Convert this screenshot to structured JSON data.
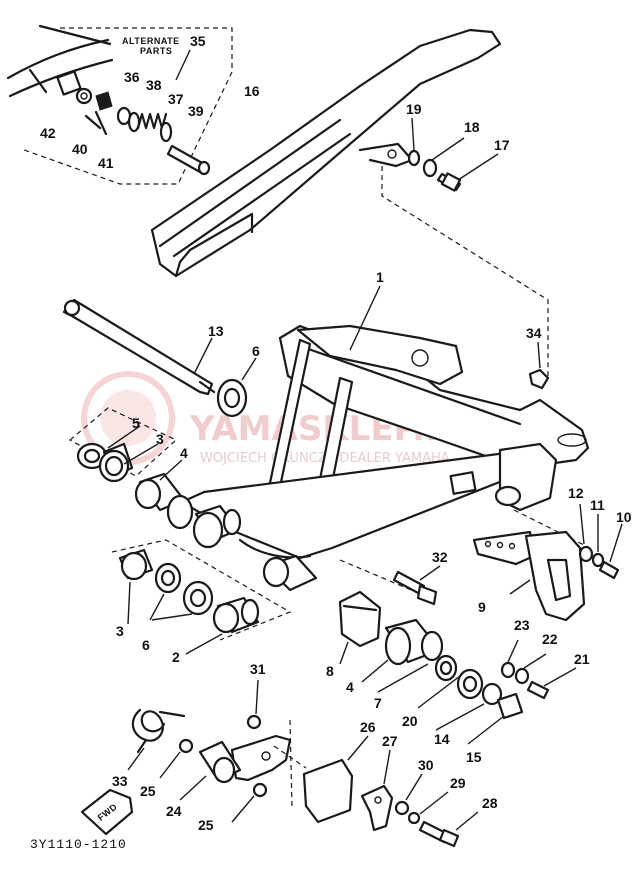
{
  "labels": {
    "alternate_title_1": "ALTERNATE",
    "alternate_title_2": "PARTS",
    "p1": "1",
    "p2": "2",
    "p3a": "3",
    "p3b": "3",
    "p4a": "4",
    "p4b": "4",
    "p5": "5",
    "p6a": "6",
    "p6b": "6",
    "p7": "7",
    "p8": "8",
    "p9": "9",
    "p10": "10",
    "p11": "11",
    "p12": "12",
    "p13": "13",
    "p14": "14",
    "p15": "15",
    "p16": "16",
    "p17": "17",
    "p18": "18",
    "p19": "19",
    "p20": "20",
    "p21": "21",
    "p22": "22",
    "p23": "23",
    "p24": "24",
    "p25a": "25",
    "p25b": "25",
    "p26": "26",
    "p27": "27",
    "p28": "28",
    "p29": "29",
    "p30": "30",
    "p31": "31",
    "p32": "32",
    "p33": "33",
    "p34": "34",
    "p35": "35",
    "p36": "36",
    "p37": "37",
    "p38": "38",
    "p39": "39",
    "p40": "40",
    "p41": "41",
    "p42": "42"
  },
  "fwd_label": "FWD",
  "diagram_code": "3Y1110-1210",
  "watermark": {
    "line1": "YAMASKLEP.PL",
    "line2": "WOJCIECH OKUNCZ | DEALER YAMAHA"
  }
}
